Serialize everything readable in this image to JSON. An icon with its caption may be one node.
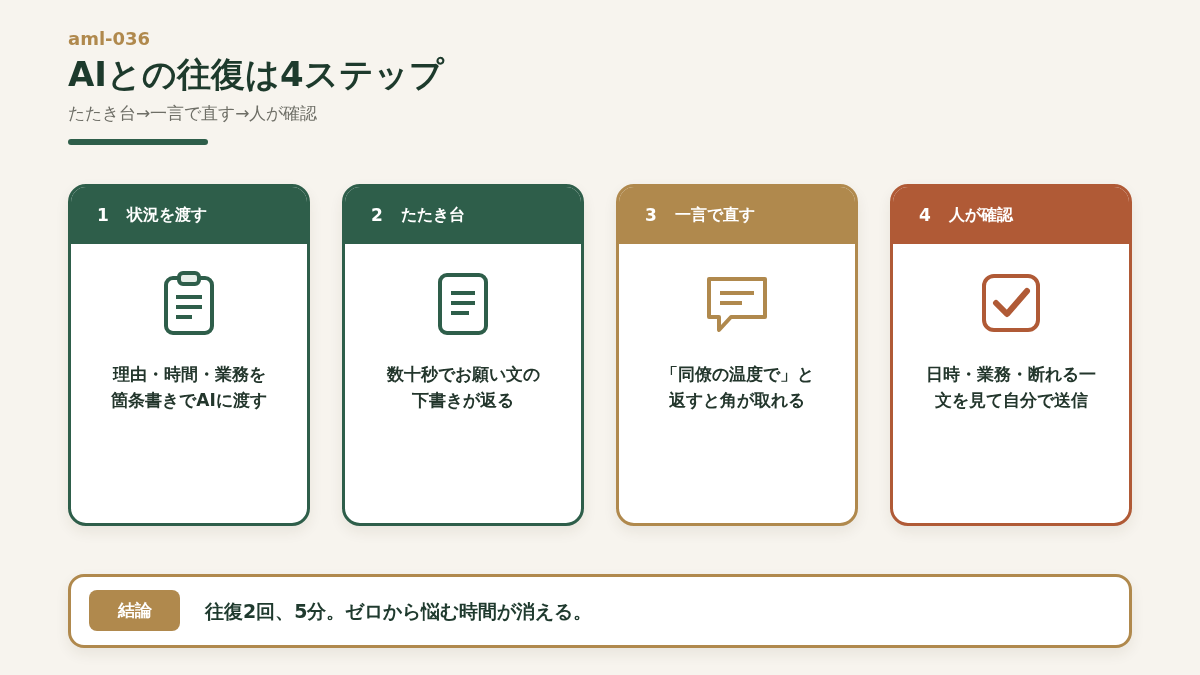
{
  "diagram": {
    "title": "AIとの往復は4ステップ",
    "nodes": [
      {
        "text": [
          "1",
          "状況を渡す",
          "理由・時間・業務を箇条書きでAIに渡す"
        ]
      },
      {
        "text": [
          "2",
          "たたき台",
          "数十秒でお願い文の下書きが返る"
        ]
      },
      {
        "text": [
          "3",
          "一言で直す",
          "「同僚の温度で」と返すと角が取れる"
        ]
      },
      {
        "text": [
          "4",
          "人が確認",
          "日時・業務・断れる一文を見て自分で送信"
        ]
      },
      {
        "text": [
          "往復2回、5分。ゼロから悩む時間が消える。"
        ]
      },
      {
        "text": [
          "結論"
        ],
        "in": 4
      }
    ],
    "labels": [
      "aml-036",
      "たたき台→一言で直す→人が確認"
    ]
  }
}
